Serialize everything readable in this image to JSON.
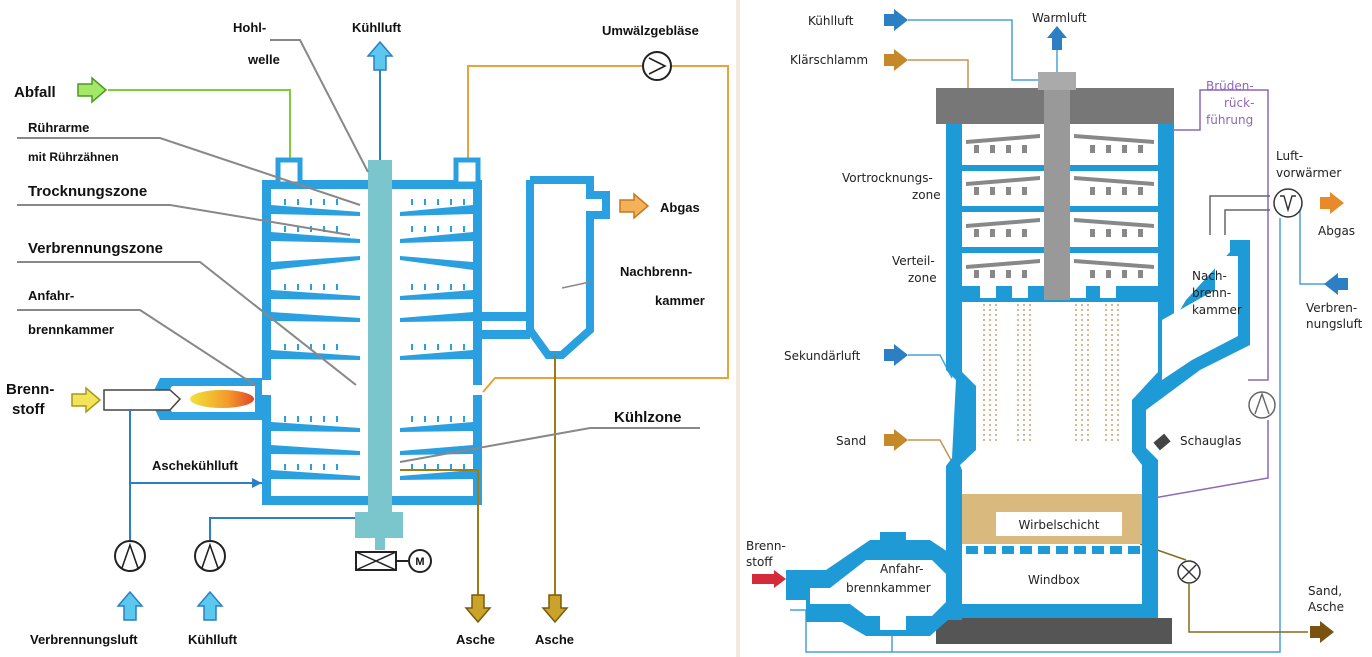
{
  "colors": {
    "equipment_left": "#2aa0e0",
    "shaft_left": "#7ac6cc",
    "equipment_right": "#1e9ad6",
    "cap_gray": "#777777",
    "sand_bed": "#d9b97e",
    "green_feed": "#7ccf3a",
    "orange_line": "#e8a33a",
    "ash_brown": "#a07a12",
    "air_blue": "#2c7fc2",
    "purple_line": "#8e67b8",
    "fuel_red": "#d42a3a"
  },
  "left": {
    "labels": {
      "hohlwelle_1": "Hohl-",
      "hohlwelle_2": "welle",
      "kuehlluft_top": "Kühlluft",
      "umwaelzgeblaese": "Umwälzgebläse",
      "abfall": "Abfall",
      "ruehrarme_1": "Rührarme",
      "ruehrarme_2": "mit Rührzähnen",
      "trocknungszone": "Trocknungszone",
      "abgas": "Abgas",
      "verbrennungszone": "Verbrennungszone",
      "nachbrenn_1": "Nachbrenn-",
      "nachbrenn_2": "kammer",
      "anfahr_1": "Anfahr-",
      "anfahr_2": "brennkammer",
      "brennstoff_1": "Brenn-",
      "brennstoff_2": "stoff",
      "kuehlzone": "Kühlzone",
      "aschekuehlluft": "Aschekühlluft",
      "motor": "M",
      "verbrennungsluft": "Verbrennungsluft",
      "kuehlluft_bottom": "Kühlluft",
      "asche_1": "Asche",
      "asche_2": "Asche"
    }
  },
  "right": {
    "labels": {
      "kuehlluft": "Kühlluft",
      "warmluft": "Warmluft",
      "klaerschlamm": "Klärschlamm",
      "brueden_1": "Brüden-",
      "brueden_2": "rück-",
      "brueden_3": "führung",
      "vortrocknung_1": "Vortrocknungs-",
      "vortrocknung_2": "zone",
      "luftvorwaermer_1": "Luft-",
      "luftvorwaermer_2": "vorwärmer",
      "abgas": "Abgas",
      "verteil_1": "Verteil-",
      "verteil_2": "zone",
      "nachbrenn_1": "Nach-",
      "nachbrenn_2": "brenn-",
      "nachbrenn_3": "kammer",
      "verbrennungsluft_1": "Verbren-",
      "verbrennungsluft_2": "nungsluft",
      "sekundaerluft": "Sekundärluft",
      "sand": "Sand",
      "schauglas": "Schauglas",
      "wirbelschicht": "Wirbelschicht",
      "brennstoff_1": "Brenn-",
      "brennstoff_2": "stoff",
      "anfahr_1": "Anfahr-",
      "anfahr_2": "brennkammer",
      "windbox": "Windbox",
      "sand_asche_1": "Sand,",
      "sand_asche_2": "Asche"
    }
  }
}
